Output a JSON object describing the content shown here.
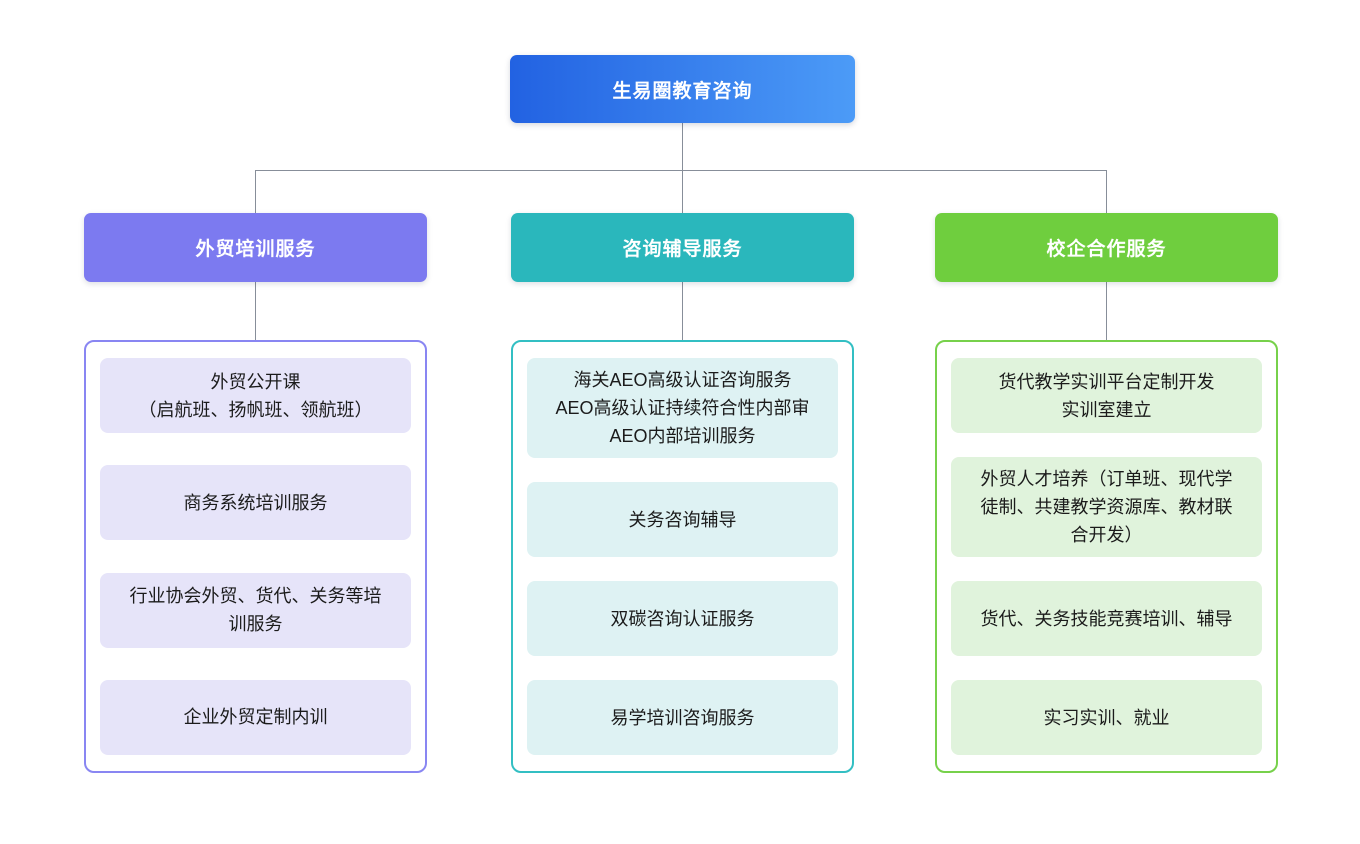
{
  "root": {
    "label": "生易圈教育咨询",
    "gradient_left": "#2262E2",
    "gradient_right": "#4C9BF7"
  },
  "connector_color": "#878E99",
  "branches": [
    {
      "label": "外贸培训服务",
      "header_color": "#7C7AF0",
      "border_color": "#8986F2",
      "item_bg": "#E6E4F9",
      "items": [
        "外贸公开课\n（启航班、扬帆班、领航班）",
        "商务系统培训服务",
        "行业协会外贸、货代、关务等培\n训服务",
        "企业外贸定制内训"
      ]
    },
    {
      "label": "咨询辅导服务",
      "header_color": "#2AB7BC",
      "border_color": "#33BFC3",
      "item_bg": "#DEF2F3",
      "items": [
        "海关AEO高级认证咨询服务\nAEO高级认证持续符合性内部审\nAEO内部培训服务",
        "关务咨询辅导",
        "双碳咨询认证服务",
        "易学培训咨询服务"
      ]
    },
    {
      "label": "校企合作服务",
      "header_color": "#6FCE3E",
      "border_color": "#77D14B",
      "item_bg": "#E0F3DC",
      "items": [
        "货代教学实训平台定制开发\n实训室建立",
        "外贸人才培养（订单班、现代学\n徒制、共建教学资源库、教材联\n合开发）",
        "货代、关务技能竞赛培训、辅导",
        "实习实训、就业"
      ]
    }
  ]
}
